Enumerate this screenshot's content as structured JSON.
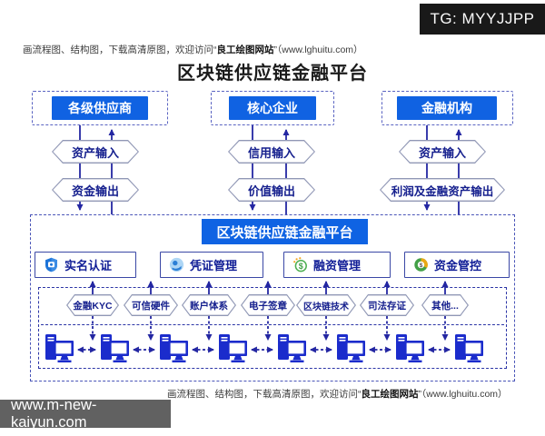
{
  "title": "区块链供应链金融平台",
  "watermarks": {
    "tg_badge": "TG: MYYJJPP",
    "bottom_bar": "www.m-new-kaiyun.com"
  },
  "promo": {
    "prefix": "画流程图、结构图，下载高清原图，欢迎访问“",
    "site": "良工绘图网站",
    "suffix": "”（www.lghuitu.com）"
  },
  "columns": [
    {
      "entity": "各级供应商",
      "input_label": "资产输入",
      "output_label": "资金输出"
    },
    {
      "entity": "核心企业",
      "input_label": "信用输入",
      "output_label": "价值输出"
    },
    {
      "entity": "金融机构",
      "input_label": "资产输入",
      "output_label": "利润及金融资产输出"
    }
  ],
  "platform": {
    "title": "区块链供应链金融平台",
    "modules": [
      {
        "label": "实名认证",
        "icon": "shield-id-icon"
      },
      {
        "label": "凭证管理",
        "icon": "certificate-badge-icon"
      },
      {
        "label": "融资管理",
        "icon": "dollar-coin-icon"
      },
      {
        "label": "资金管控",
        "icon": "funds-donut-icon"
      }
    ],
    "technologies": [
      "金融KYC",
      "可信硬件",
      "账户体系",
      "电子签章",
      "区块链技术",
      "司法存证",
      "其他..."
    ],
    "network_node_count": 8
  },
  "colors": {
    "primary_blue": "#0f63e3",
    "connector_navy": "#2326a2",
    "node_blue": "#1b2ccc",
    "dashed_border": "#4a55b8",
    "badge_black": "#191919",
    "watermark_gray": "#616161"
  }
}
